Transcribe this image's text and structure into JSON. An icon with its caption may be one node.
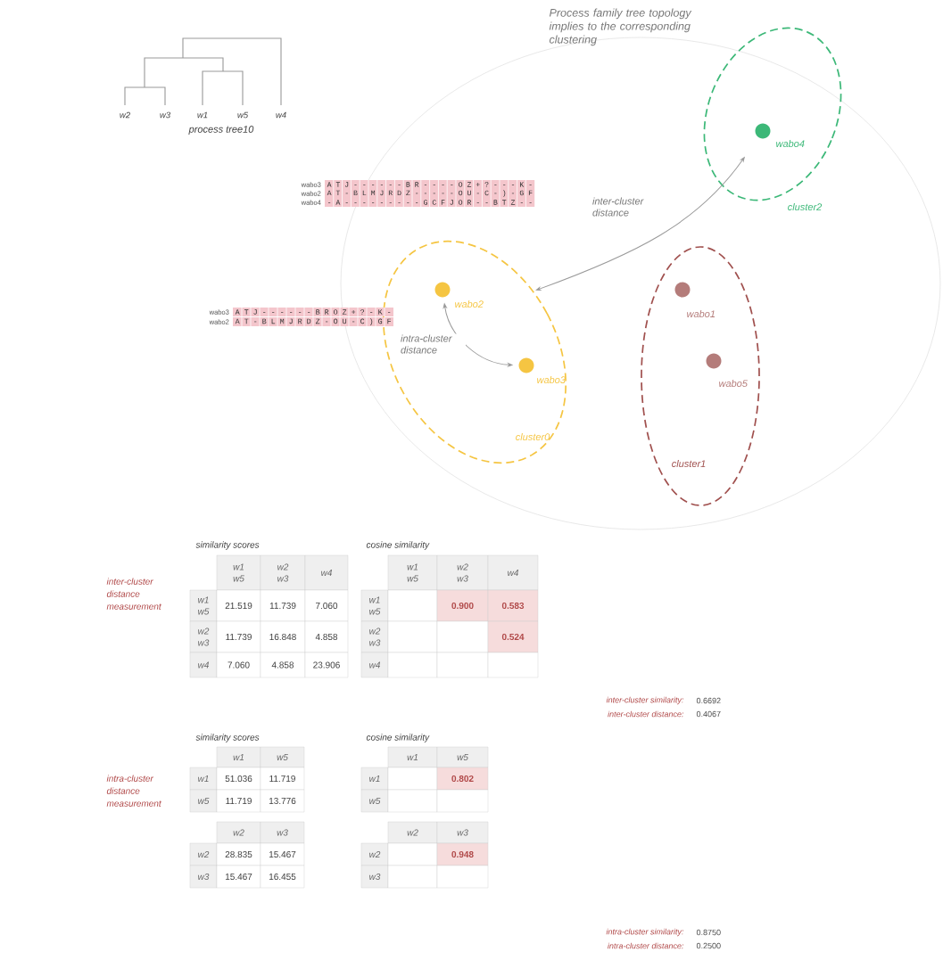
{
  "diagram": {
    "nodes": [
      {
        "text": [],
        "shape": "circle"
      },
      {
        "text": [
          "cluster2"
        ],
        "in": 0
      },
      {
        "text": [],
        "shape": "circle",
        "beside": [
          "wabo4"
        ],
        "in": 1
      },
      {
        "text": [
          "cluster0"
        ],
        "in": 0
      },
      {
        "text": [],
        "shape": "circle",
        "beside": [
          "wabo2"
        ],
        "in": 3
      },
      {
        "text": [],
        "shape": "circle",
        "beside": [
          "wabo3"
        ],
        "in": 3
      },
      {
        "text": [
          "cluster1"
        ],
        "in": 0
      },
      {
        "text": [],
        "shape": "circle",
        "beside": [
          "wabo1"
        ],
        "in": 6
      },
      {
        "text": [],
        "shape": "circle",
        "beside": [
          "wabo5"
        ],
        "in": 6
      }
    ],
    "edges": [
      {
        "from": 3,
        "to": 2,
        "arrow": "both",
        "label": "inter-cluster distance"
      },
      {
        "from": 4,
        "to": 5,
        "arrow": "both",
        "label": "intra-cluster distance"
      }
    ],
    "labels": [
      "Process family tree topology implies to the corresponding clustering",
      "w2",
      "w3",
      "w1",
      "w5",
      "w4",
      "process tree10",
      "wabo3",
      "A T J - - - - - - B R - - - - O Z + ? - - - K -",
      "wabo2",
      "A T - B L M J R D Z - - - - - O U - C - ) - G F",
      "wabo4",
      "- A - - - - - - - - - G C F J O R - - B T Z - -",
      "wabo3",
      "A T J - - - - - - B R O Z + ? - K -",
      "wabo2",
      "A T - B L M J R D Z - O U - C ) G F",
      "inter-cluster distance measurement",
      "similarity scores",
      "w1 w5",
      "w2 w3",
      "w4",
      "w1 w5",
      "21.519",
      "11.739",
      "7.060",
      "w2 w3",
      "11.739",
      "16.848",
      "4.858",
      "w4",
      "7.060",
      "4.858",
      "23.906",
      "cosine similarity",
      "w1 w5",
      "w2 w3",
      "w4",
      "w1 w5",
      "0.900",
      "0.583",
      "w2 w3",
      "0.524",
      "w4",
      "inter-cluster similarity:",
      "0.6692",
      "inter-cluster distance:",
      "0.4067",
      "intra-cluster distance measurement",
      "similarity scores",
      "w1",
      "w5",
      "w1",
      "51.036",
      "11.719",
      "w5",
      "11.719",
      "13.776",
      "cosine similarity",
      "w1",
      "w5",
      "w1",
      "0.802",
      "w5",
      "w2",
      "w3",
      "w2",
      "28.835",
      "15.467",
      "w3",
      "15.467",
      "16.455",
      "w2",
      "w3",
      "w2",
      "0.948",
      "w3",
      "intra-cluster similarity:",
      "0.8750",
      "intra-cluster distance:",
      "0.2500"
    ]
  }
}
